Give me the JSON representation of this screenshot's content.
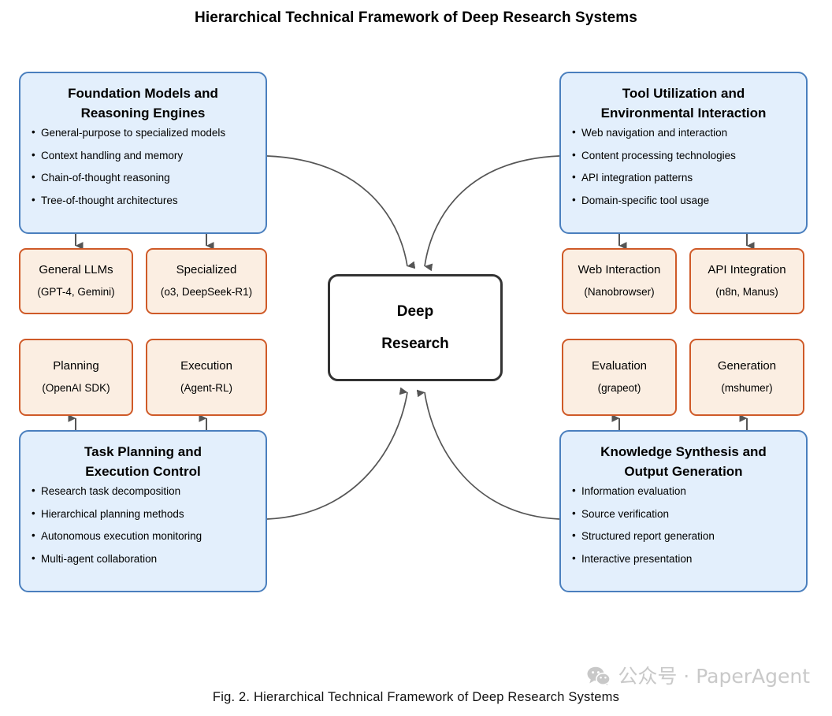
{
  "figure": {
    "title": "Hierarchical Technical Framework of Deep Research Systems",
    "caption": "Fig. 2.  Hierarchical Technical Framework of Deep Research Systems"
  },
  "colors": {
    "blue_fill": "#e3effc",
    "blue_border": "#4a7fbe",
    "orange_fill": "#fbeee2",
    "orange_border": "#cf5a28",
    "center_border": "#333333",
    "edge_stroke": "#555555",
    "watermark": "#c8c8c8"
  },
  "center": {
    "line1": "Deep",
    "line2": "Research"
  },
  "quadrants": {
    "top_left": {
      "title_line1": "Foundation Models and",
      "title_line2": "Reasoning Engines",
      "bullets": [
        "General-purpose to specialized models",
        "Context handling and memory",
        "Chain-of-thought reasoning",
        "Tree-of-thought architectures"
      ]
    },
    "top_right": {
      "title_line1": "Tool Utilization and",
      "title_line2": "Environmental Interaction",
      "bullets": [
        "Web navigation and interaction",
        "Content processing technologies",
        "API integration patterns",
        "Domain-specific tool usage"
      ]
    },
    "bottom_left": {
      "title_line1": "Task Planning and",
      "title_line2": "Execution Control",
      "bullets": [
        "Research task decomposition",
        "Hierarchical planning methods",
        "Autonomous execution monitoring",
        "Multi-agent collaboration"
      ]
    },
    "bottom_right": {
      "title_line1": "Knowledge Synthesis and",
      "title_line2": "Output Generation",
      "bullets": [
        "Information evaluation",
        "Source verification",
        "Structured report generation",
        "Interactive presentation"
      ]
    }
  },
  "leaf_nodes": [
    {
      "name": "General LLMs",
      "detail": "(GPT-4, Gemini)"
    },
    {
      "name": "Specialized",
      "detail": "(o3, DeepSeek-R1)"
    },
    {
      "name": "Web Interaction",
      "detail": "(Nanobrowser)"
    },
    {
      "name": "API Integration",
      "detail": "(n8n, Manus)"
    },
    {
      "name": "Planning",
      "detail": "(OpenAI SDK)"
    },
    {
      "name": "Execution",
      "detail": "(Agent-RL)"
    },
    {
      "name": "Evaluation",
      "detail": "(grapeot)"
    },
    {
      "name": "Generation",
      "detail": "(mshumer)"
    }
  ],
  "watermark": {
    "text": "公众号 · PaperAgent"
  }
}
